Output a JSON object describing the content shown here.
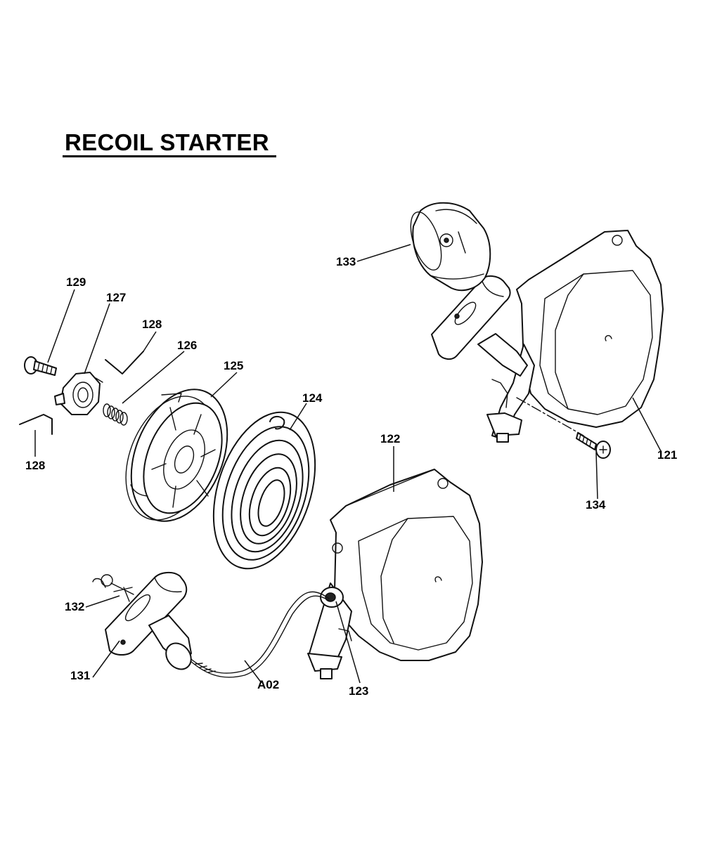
{
  "title": "RECOIL STARTER",
  "parts": {
    "p121": "121",
    "p122": "122",
    "p123": "123",
    "p124": "124",
    "p125": "125",
    "p126": "126",
    "p127": "127",
    "p128_top": "128",
    "p128_bottom": "128",
    "p129": "129",
    "p131": "131",
    "p132": "132",
    "p133": "133",
    "p134": "134",
    "pA02": "A02"
  }
}
